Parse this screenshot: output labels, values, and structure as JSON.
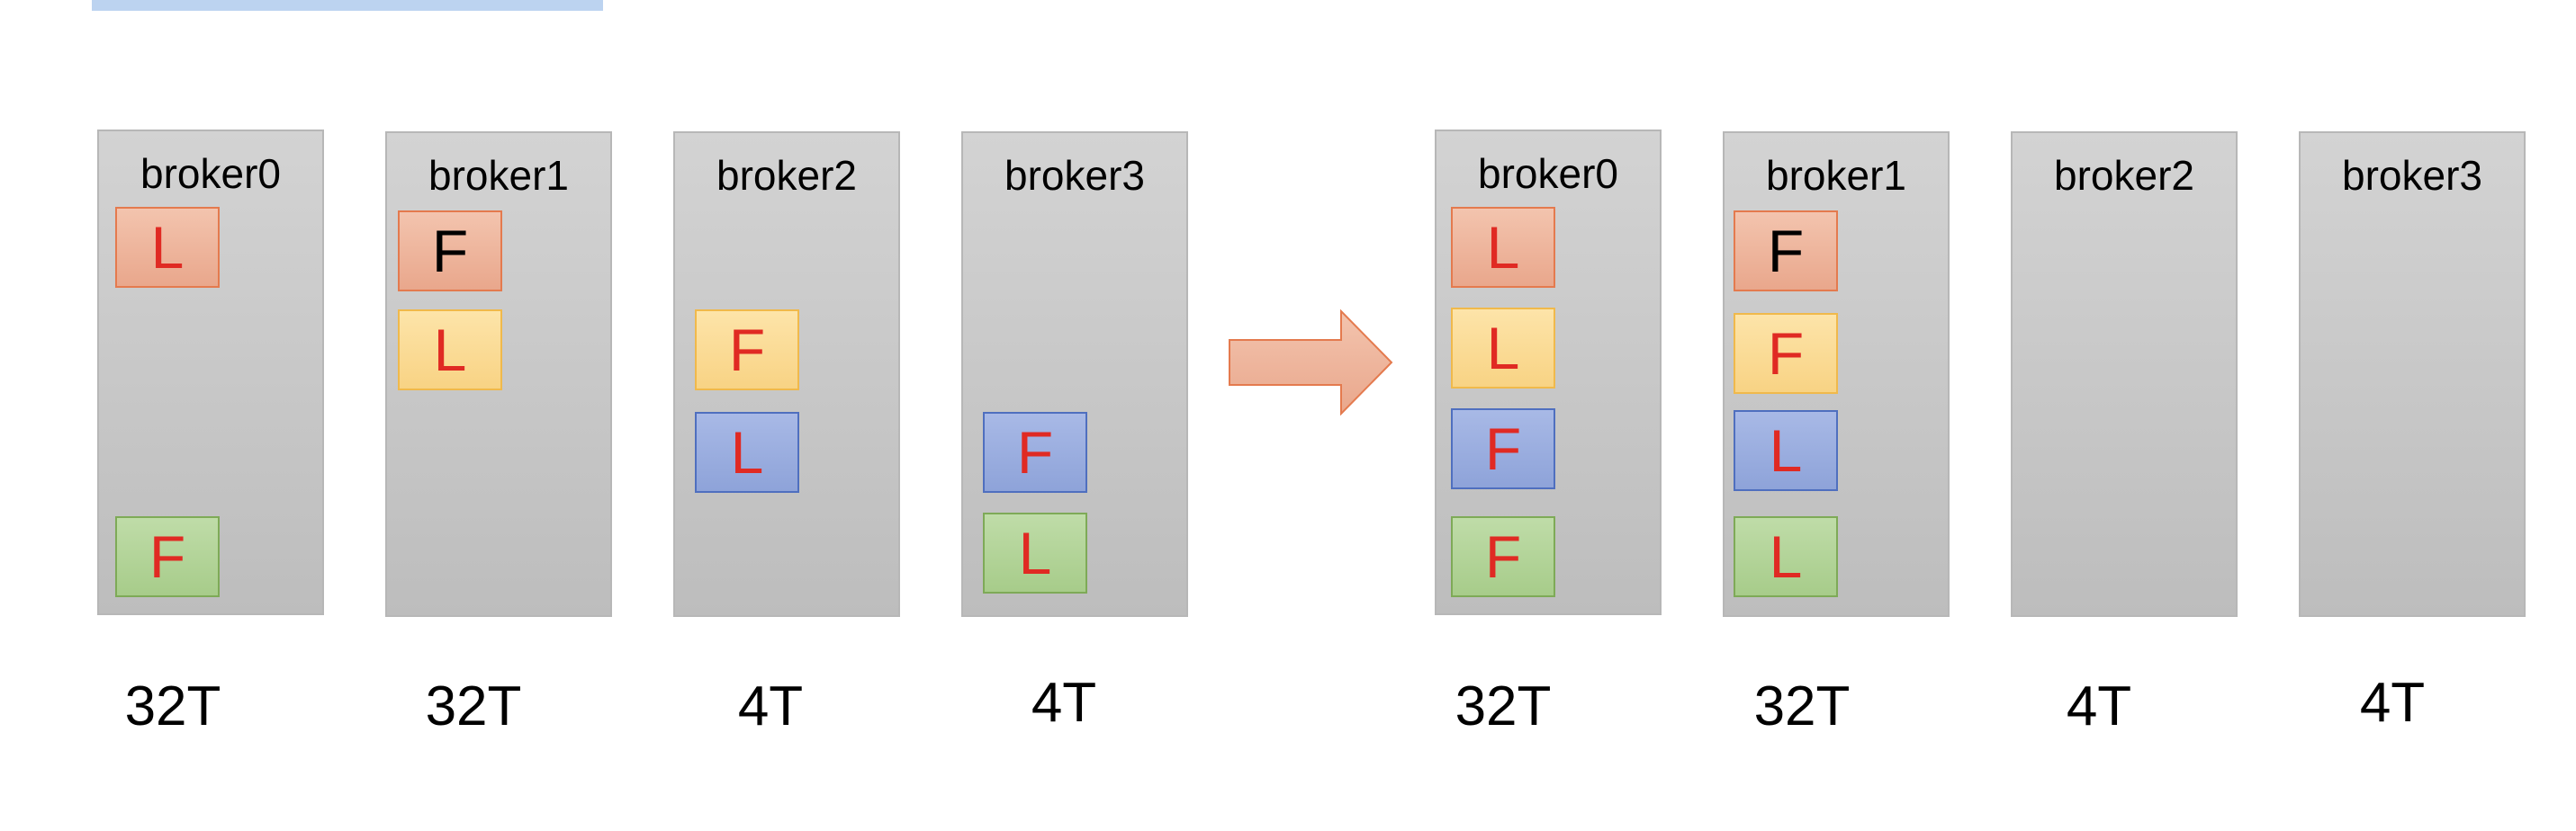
{
  "colors": {
    "salmon": "#e9a78c",
    "yellow": "#f8d384",
    "blue": "#8ea3d9",
    "green": "#a7cc8a",
    "replica_text_red": "#e02a23",
    "broker_fill": "#c8c8c8"
  },
  "before": {
    "brokers": [
      {
        "label": "broker0",
        "capacity": "32T",
        "replicas": [
          {
            "role": "L",
            "color": "salmon",
            "text_color": "red"
          },
          {
            "role": "F",
            "color": "green",
            "text_color": "red"
          }
        ]
      },
      {
        "label": "broker1",
        "capacity": "32T",
        "replicas": [
          {
            "role": "F",
            "color": "salmon",
            "text_color": "black"
          },
          {
            "role": "L",
            "color": "yellow",
            "text_color": "red"
          }
        ]
      },
      {
        "label": "broker2",
        "capacity": "4T",
        "replicas": [
          {
            "role": "F",
            "color": "yellow",
            "text_color": "red"
          },
          {
            "role": "L",
            "color": "blue",
            "text_color": "red"
          }
        ]
      },
      {
        "label": "broker3",
        "capacity": "4T",
        "replicas": [
          {
            "role": "F",
            "color": "blue",
            "text_color": "red"
          },
          {
            "role": "L",
            "color": "green",
            "text_color": "red"
          }
        ]
      }
    ]
  },
  "after": {
    "brokers": [
      {
        "label": "broker0",
        "capacity": "32T",
        "replicas": [
          {
            "role": "L",
            "color": "salmon",
            "text_color": "red"
          },
          {
            "role": "L",
            "color": "yellow",
            "text_color": "red"
          },
          {
            "role": "F",
            "color": "blue",
            "text_color": "red"
          },
          {
            "role": "F",
            "color": "green",
            "text_color": "red"
          }
        ]
      },
      {
        "label": "broker1",
        "capacity": "32T",
        "replicas": [
          {
            "role": "F",
            "color": "salmon",
            "text_color": "black"
          },
          {
            "role": "F",
            "color": "yellow",
            "text_color": "red"
          },
          {
            "role": "L",
            "color": "blue",
            "text_color": "red"
          },
          {
            "role": "L",
            "color": "green",
            "text_color": "red"
          }
        ]
      },
      {
        "label": "broker2",
        "capacity": "4T",
        "replicas": []
      },
      {
        "label": "broker3",
        "capacity": "4T",
        "replicas": []
      }
    ]
  },
  "arrow_icon": "right-arrow-icon"
}
